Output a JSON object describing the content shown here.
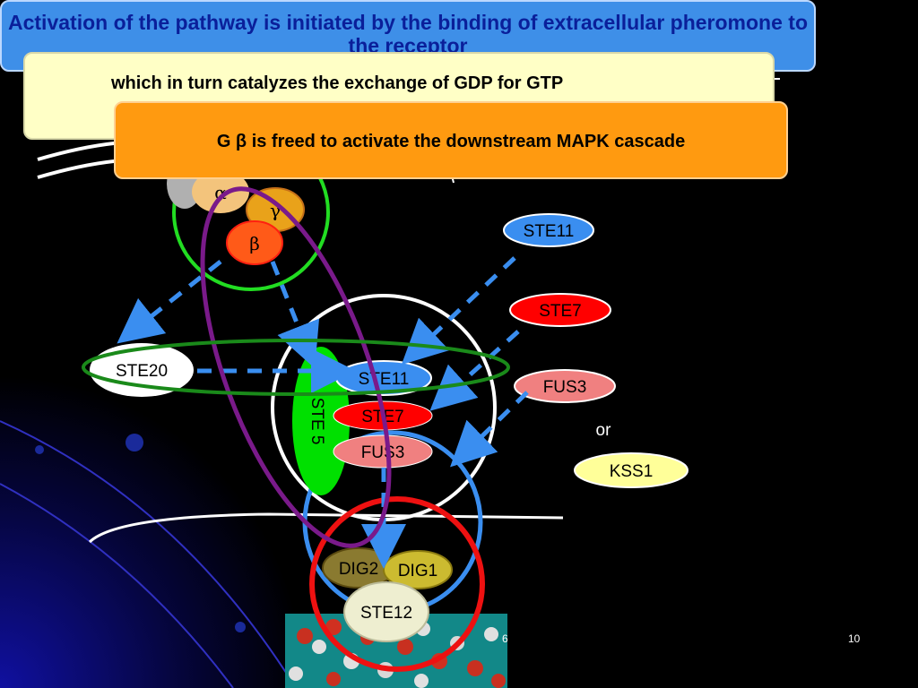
{
  "slide": {
    "box1_text": "Activation of the pathway is initiated by the binding of extracellular pheromone to the receptor",
    "box2_text": "which in turn catalyzes the exchange of GDP for GTP",
    "box3_text": "G β is freed to activate the downstream MAPK cascade",
    "slide_number": "10",
    "footer_fragment": "6"
  },
  "diagram": {
    "alpha": "α",
    "gamma": "γ",
    "beta": "β",
    "ste11_free": "STE11",
    "ste7_free": "STE7",
    "fus3_free": "FUS3",
    "or_label": "or",
    "kss1": "KSS1",
    "ste20": "STE20",
    "ste5": "STE 5",
    "ste11_bound": "STE11",
    "ste7_bound": "STE7",
    "fus3_bound": "FUS3",
    "dig2": "DIG2",
    "dig1": "DIG1",
    "ste12": "STE12"
  },
  "colors": {
    "background": "#000000",
    "title_box": "#3e8fe8",
    "note_box": "#ffffc6",
    "highlight_box": "#ff9a10",
    "ste11": "#3a8ef0",
    "ste7": "#ff0000",
    "fus3": "#f08080",
    "kss1": "#ffff99",
    "ste5": "#00e000",
    "arrow": "#3a8ef0"
  }
}
